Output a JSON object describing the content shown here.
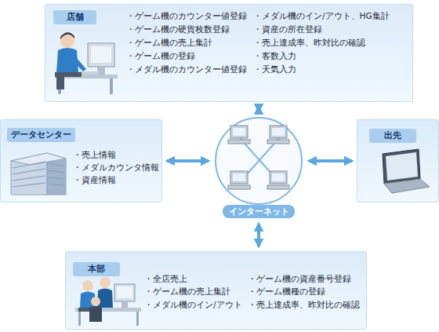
{
  "diagram": {
    "nodes": [
      {
        "text": [
          "店舗",
          "・ゲーム機のカウンター値登録",
          "・ゲーム機の硬貨枚数登録",
          "・ゲーム機の売上集計",
          "・ゲーム機の登録",
          "・メダル機のカウンター値登録",
          "・メダル機のイン/アウト、HG集計",
          "・資産の所在登録",
          "・売上達成率、昨対比の確認",
          "・客数入力",
          "・天気入力"
        ]
      },
      {
        "text": [
          "データセンター",
          "・売上情報",
          "・メダルカウンタ情報",
          "・資産情報"
        ]
      },
      {
        "text": [
          "インターネット"
        ]
      },
      {
        "text": [
          "出先"
        ]
      },
      {
        "text": [
          "本部",
          "・全店売上",
          "・ゲーム機の売上集計",
          "・メダル機のイン/アウト",
          "・ゲーム機の資産番号登録",
          "・ゲーム機種の登録",
          "・売上達成率、昨対比の確認"
        ]
      }
    ],
    "edges": [
      {
        "from": 0,
        "to": 2,
        "arrow": "both"
      },
      {
        "from": 1,
        "to": 2,
        "arrow": "both"
      },
      {
        "from": 2,
        "to": 3,
        "arrow": "both"
      },
      {
        "from": 2,
        "to": 4,
        "arrow": "both"
      }
    ]
  }
}
